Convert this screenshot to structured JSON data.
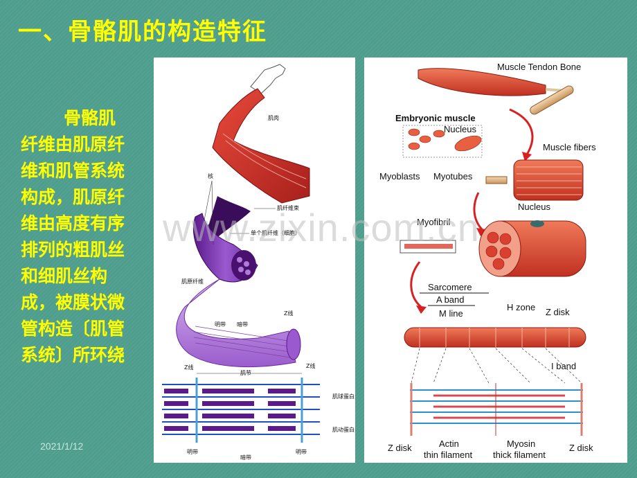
{
  "slide": {
    "title": "一、骨骼肌的构造特征",
    "body": "骨骼肌纤维由肌原纤维和肌管系统构成，肌原纤维由高度有序排列的粗肌丝和细肌丝构成，被膜状微管构造〔肌管系统〕所环绕",
    "date": "2021/1/12",
    "watermark": "www.zixin.com.cn"
  },
  "left_figure": {
    "labels": {
      "muscle": "肌肉",
      "nucleus": "核",
      "fiber_bundle": "肌纤维束",
      "single_fiber": "单个肌纤维（细胞）",
      "myofibril": "肌原纤维",
      "light_band": "明带",
      "dark_band": "暗带",
      "z_line": "Z线",
      "sarcomere": "肌节",
      "myosin": "肌球蛋白丝",
      "actin": "肌动蛋白丝"
    }
  },
  "right_figure": {
    "labels": {
      "muscle_tendon_bone": "Muscle Tendon Bone",
      "embryonic_muscle": "Embryonic muscle",
      "nucleus_top": "Nucleus",
      "myoblasts": "Myoblasts",
      "myotubes": "Myotubes",
      "muscle_fibers": "Muscle fibers",
      "myofibril": "Myofibril",
      "nucleus_mid": "Nucleus",
      "sarcomere": "Sarcomere",
      "a_band": "A band",
      "m_line": "M line",
      "h_zone": "H zone",
      "z_disk_top": "Z disk",
      "i_band": "I band",
      "z_disk_left": "Z disk",
      "actin": "Actin",
      "thin_filament": "thin filament",
      "myosin": "Myosin",
      "thick_filament": "thick filament",
      "z_disk_right": "Z disk"
    }
  }
}
